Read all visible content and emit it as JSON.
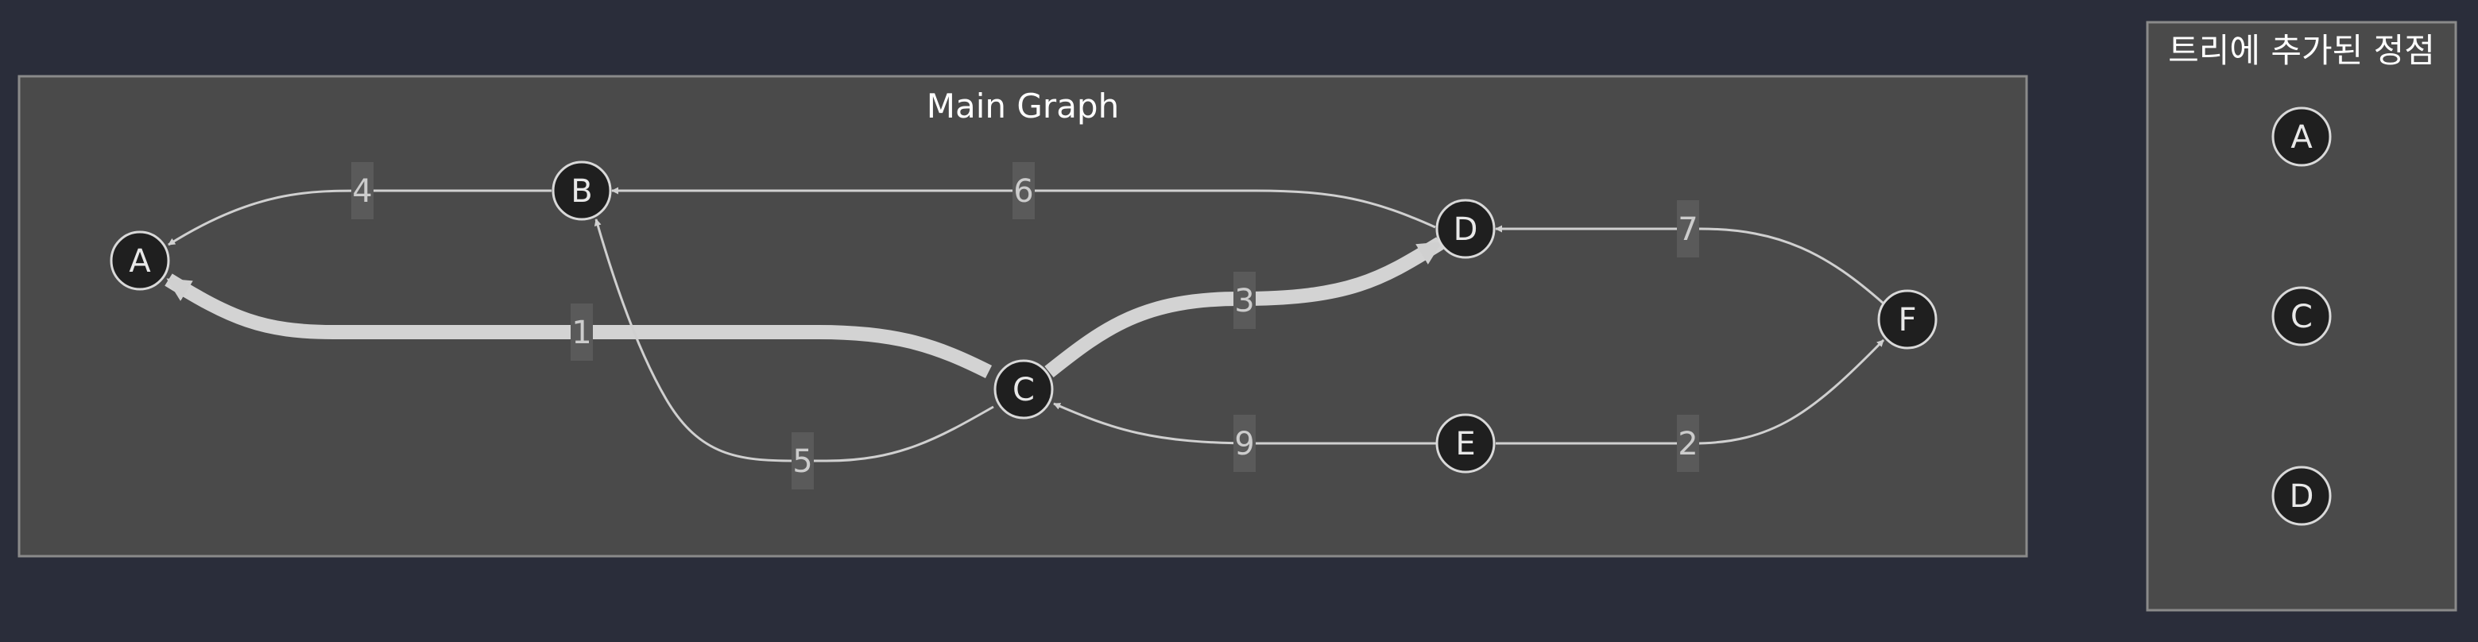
{
  "main_graph": {
    "title": "Main Graph",
    "nodes": [
      {
        "id": "A",
        "label": "A"
      },
      {
        "id": "B",
        "label": "B"
      },
      {
        "id": "C",
        "label": "C"
      },
      {
        "id": "D",
        "label": "D"
      },
      {
        "id": "E",
        "label": "E"
      },
      {
        "id": "F",
        "label": "F"
      }
    ],
    "edges": [
      {
        "from": "B",
        "to": "A",
        "weight": "4",
        "in_tree": false
      },
      {
        "from": "D",
        "to": "B",
        "weight": "6",
        "in_tree": false
      },
      {
        "from": "C",
        "to": "A",
        "weight": "1",
        "in_tree": true
      },
      {
        "from": "C",
        "to": "D",
        "weight": "3",
        "in_tree": true
      },
      {
        "from": "F",
        "to": "D",
        "weight": "7",
        "in_tree": false
      },
      {
        "from": "C",
        "to": "B",
        "weight": "5",
        "in_tree": false
      },
      {
        "from": "E",
        "to": "C",
        "weight": "9",
        "in_tree": false
      },
      {
        "from": "E",
        "to": "F",
        "weight": "2",
        "in_tree": false
      }
    ]
  },
  "tree_panel": {
    "title": "트리에 추가된 정점",
    "vertices": [
      "A",
      "C",
      "D"
    ]
  }
}
